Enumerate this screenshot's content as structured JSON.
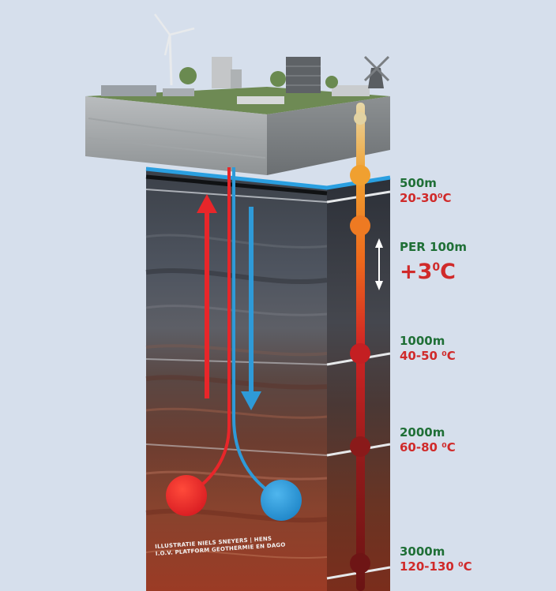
{
  "colors": {
    "background": "#d6dfec",
    "depth_green": "#1f6f36",
    "temp_red": "#d02a2a",
    "hot_pipe": "#e8262a",
    "cold_pipe": "#2e9ad8",
    "aquifer_line": "#2a9fe0"
  },
  "gradient": {
    "label": "PER 100m",
    "value": "+3",
    "unit_sup": "0",
    "unit": "C"
  },
  "depths": [
    {
      "depth": "500m",
      "temp": "20-30⁰C"
    },
    {
      "depth": "1000m",
      "temp": "40-50 ⁰C"
    },
    {
      "depth": "2000m",
      "temp": "60-80 ⁰C"
    },
    {
      "depth": "3000m",
      "temp": "120-130 ⁰C"
    }
  ],
  "credit": {
    "line1": "ILLUSTRATIE NIELS SNEYERS | HENS",
    "line2": "I.O.V. PLATFORM GEOTHERMIE EN DAGO"
  },
  "icons": [
    "wind-turbine-icon",
    "windmill-icon",
    "building-icon",
    "tree-icon",
    "double-arrow-icon"
  ]
}
